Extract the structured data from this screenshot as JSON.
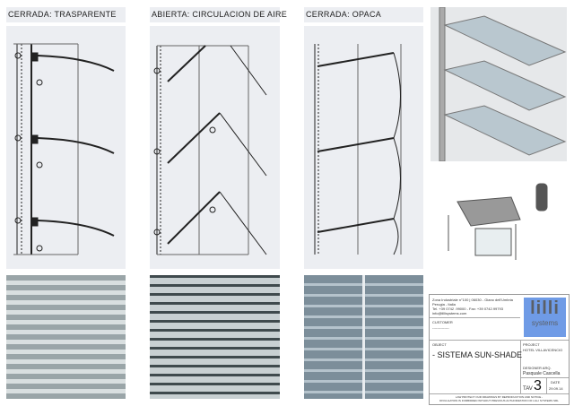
{
  "panels": [
    {
      "title": "CERRADA: TRASPARENTE"
    },
    {
      "title": "ABIERTA: CIRCULACION DE AIRE"
    },
    {
      "title": "CERRADA: OPACA"
    }
  ],
  "title_block": {
    "address_1": "Zona Industriale n°100 | 06030 - Giano dell'Umbria",
    "address_2": "Perugia - Italia",
    "address_3": "Tel. +39 0742 .99000 - Fax: +39 0742.99793",
    "address_4": "info@lillisystems.com",
    "customer_label": "CUSTOMER",
    "customer_value": "--------------",
    "logo_top": "lilli",
    "logo_bottom": "systems",
    "object_label": "OBJECT",
    "object_value": "- SISTEMA SUN-SHADE",
    "project_label": "PROJECT",
    "project_value": "HOTEL VILLAVICENCIO",
    "designer_label": "DESIGNER  ARQ.",
    "designer_value": "Pasquale Cascella",
    "tav_label": "TAV",
    "tav_value": "3",
    "date_label": "DATE",
    "date_value": "29.09.14",
    "footer_1": "LAW PROTECT OUR DRAWINGS BY REPRODUCTION AND NOTICE -",
    "footer_2": "DIVULGATION IS FORBIDDEN WITHOUT PREVIOUS AUTHORIZATION OF LILLI SYSTEMS SRL",
    "logo_color": "#6f9be6"
  }
}
